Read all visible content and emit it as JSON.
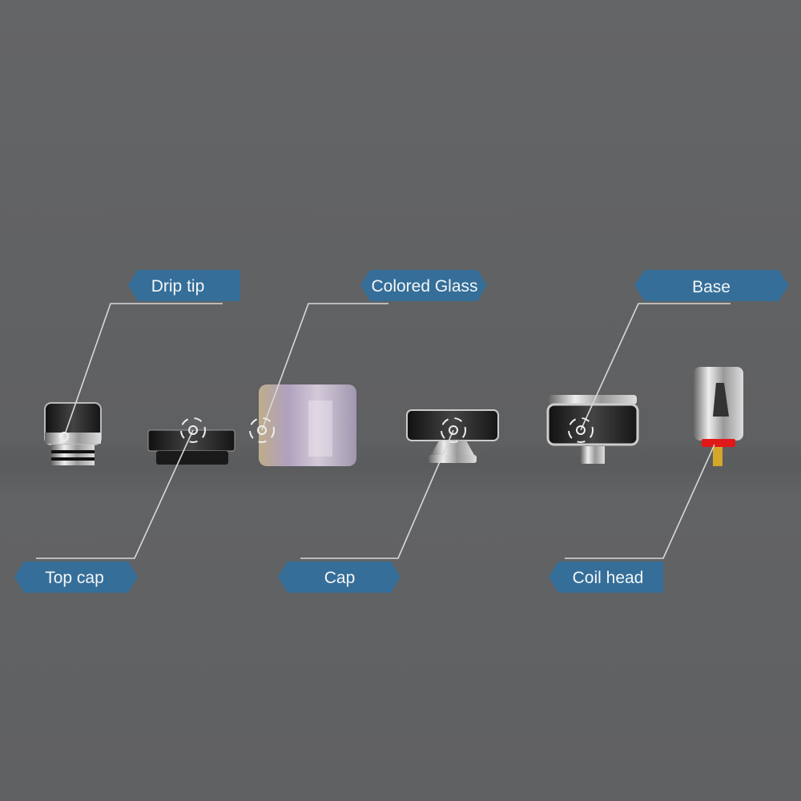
{
  "labels": {
    "drip_tip": "Drip tip",
    "colored_glass": "Colored Glass",
    "base": "Base",
    "top_cap": "Top cap",
    "cap": "Cap",
    "coil_head": "Coil head"
  },
  "colors": {
    "label_bg": "#346e99",
    "background": "#5f6062",
    "leader_line": "#d8d8d8"
  }
}
